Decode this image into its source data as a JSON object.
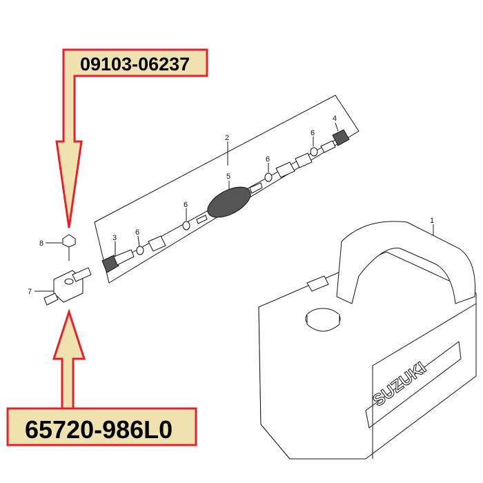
{
  "colors": {
    "label_fill": "#f0e2b0",
    "label_border": "#e8202a"
  },
  "part_labels": {
    "top": "09103-06237",
    "bottom": "65720-986L0"
  },
  "callouts": [
    "1",
    "2",
    "3",
    "4",
    "5",
    "6",
    "7",
    "8"
  ],
  "tank_logo": "SUZUKI"
}
